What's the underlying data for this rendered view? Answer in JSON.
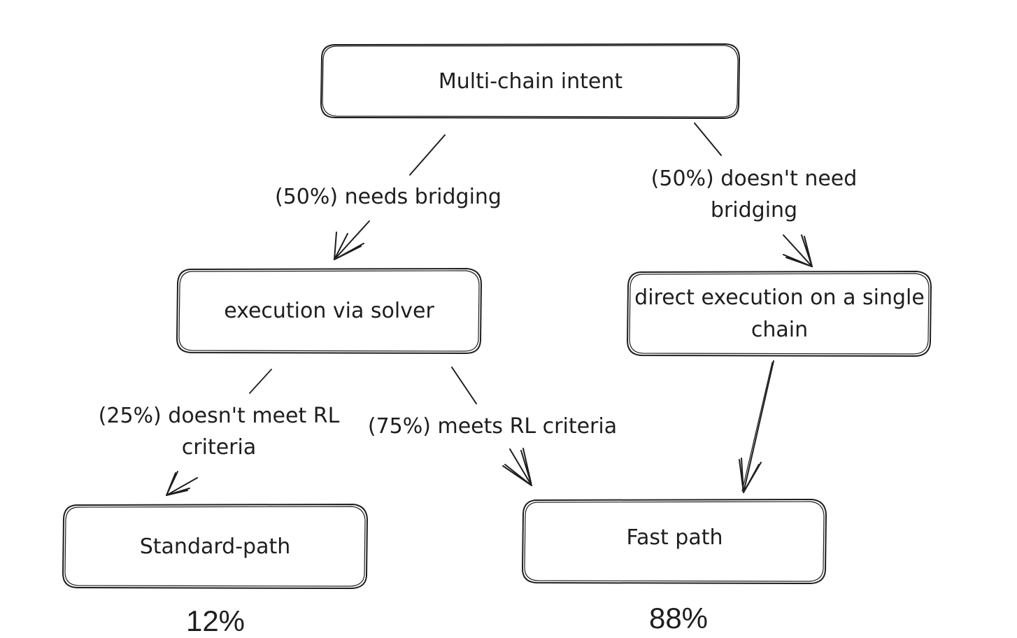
{
  "nodes": {
    "root": "Multi-chain intent",
    "solver": "execution via solver",
    "direct": "direct execution on a single chain",
    "standard": "Standard-path",
    "fast": "Fast path"
  },
  "edges": {
    "needs_bridging": "(50%) needs bridging",
    "no_bridging": "(50%) doesn't need bridging",
    "not_meet_rl": "(25%) doesn't meet  RL criteria",
    "meets_rl": "(75%) meets RL criteria"
  },
  "outcomes": {
    "standard_pct": "12%",
    "fast_pct": "88%"
  }
}
